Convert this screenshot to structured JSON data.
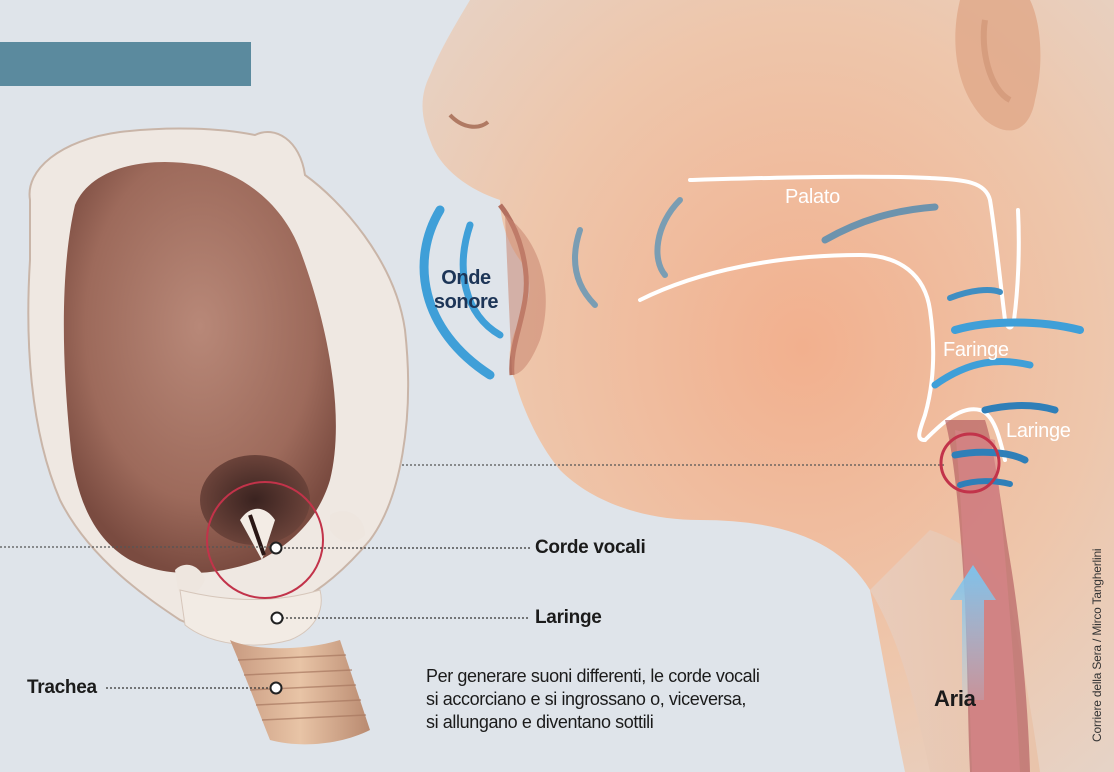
{
  "labels": {
    "palato": "Palato",
    "faringe": "Faringe",
    "laringe_right": "Laringe",
    "onde_line1": "Onde",
    "onde_line2": "sonore",
    "corde_vocali": "Corde vocali",
    "laringe": "Laringe",
    "trachea": "Trachea",
    "aria": "Aria"
  },
  "description": [
    "Per generare suoni differenti, le corde vocali",
    "si accorciano e si ingrossano o, viceversa,",
    "si allungano e diventano sottili"
  ],
  "credit": "Corriere della Sera / Mirco Tangherlini",
  "colors": {
    "background": "#dfe4ea",
    "header_bar": "#5b8a9e",
    "wave_blue": "#3f9fd8",
    "highlight_ring": "#c2334a",
    "skin": "#efc9ad"
  }
}
